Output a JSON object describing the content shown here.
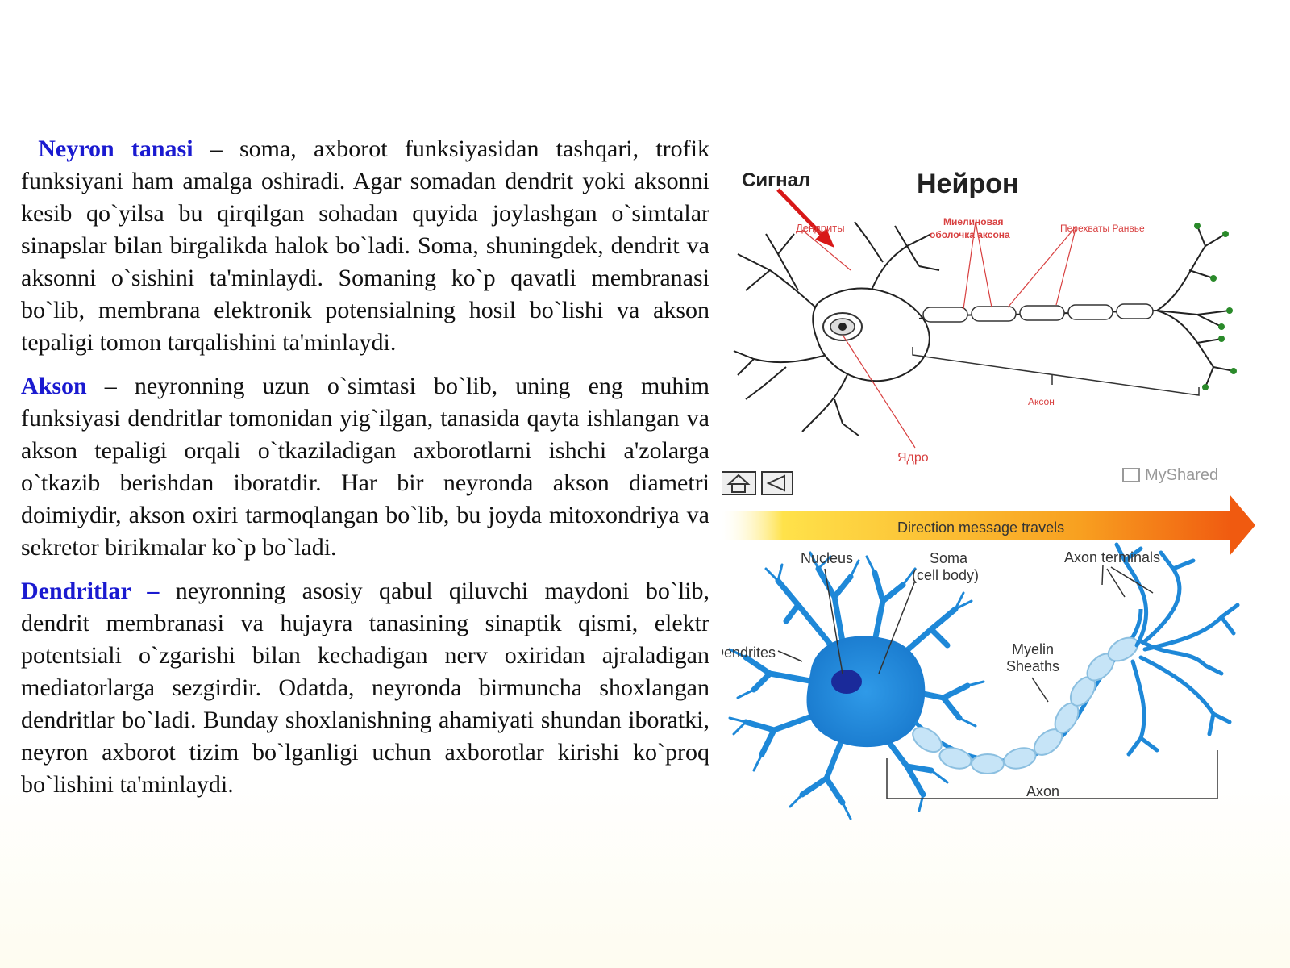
{
  "paragraphs": [
    {
      "term": "Neyron tanasi",
      "body": " – soma, axborot funksiyasidan tashqari, trofik funksiyani ham amalga oshiradi. Agar somadan dendrit yoki aksonni kesib qo`yilsa bu qirqilgan sohadan quyida joylashgan o`simtalar sinapslar bilan birgalikda halok bo`ladi. Soma, shuningdek, dendrit va aksonni o`sishini ta'minlaydi. Somaning ko`p qavatli membranasi bo`lib, membrana elektronik potensialning hosil bo`lishi va akson tepaligi tomon tarqalishini ta'minlaydi."
    },
    {
      "term": "Akson",
      "body": " – neyronning uzun o`simtasi bo`lib, uning eng muhim funksiyasi dendritlar tomonidan yig`ilgan, tanasida qayta ishlangan va akson tepaligi orqali o`tkaziladigan axborotlarni ishchi a'zolarga o`tkazib berishdan iboratdir. Har bir neyronda akson diametri doimiydir, akson oxiri tarmoqlangan bo`lib, bu joyda mitoxondriya va sekretor birikmalar ko`p bo`ladi."
    },
    {
      "term": "Dendritlar –",
      "body": " neyronning asosiy qabul qiluvchi maydoni bo`lib, dendrit membranasi va hujayra tanasining sinaptik qismi, elektr potentsiali o`zgarishi bilan kechadigan nerv oxiridan ajraladigan mediatorlarga sezgirdir. Odatda, neyronda birmuncha shoxlangan dendritlar bo`ladi. Bunday shoxlanishning ahamiyati shundan iboratki, neyron axborot tizim bo`lganligi uchun axborotlar kirishi ko`proq bo`lishini ta'minlaydi."
    }
  ],
  "figure_top": {
    "signal_label": "Сигнал",
    "title": "Нейрон",
    "dendrites_label": "Дендриты",
    "myelin_label_1": "Миелиновая",
    "myelin_label_2": "оболочка аксона",
    "ranvier_label": "Перехваты Ранвье",
    "axon_label": "Аксон",
    "nucleus_label": "Ядро",
    "watermark": "MyShared"
  },
  "figure_bottom": {
    "direction_label": "Direction message travels",
    "nucleus_label": "Nucleus",
    "soma_label_1": "Soma",
    "soma_label_2": "(cell body)",
    "axon_terminals_label": "Axon terminals",
    "dendrites_label": "Dendrites",
    "myelin_label_1": "Myelin",
    "myelin_label_2": "Sheaths",
    "axon_label": "Axon"
  },
  "colors": {
    "term": "#1a1ad0",
    "signal_arrow": "#d81818",
    "neuron_blue": "#1e88d8",
    "nucleus_dark": "#1a2a9a",
    "arrow_start": "#ffe24a",
    "arrow_end": "#f05a10"
  }
}
